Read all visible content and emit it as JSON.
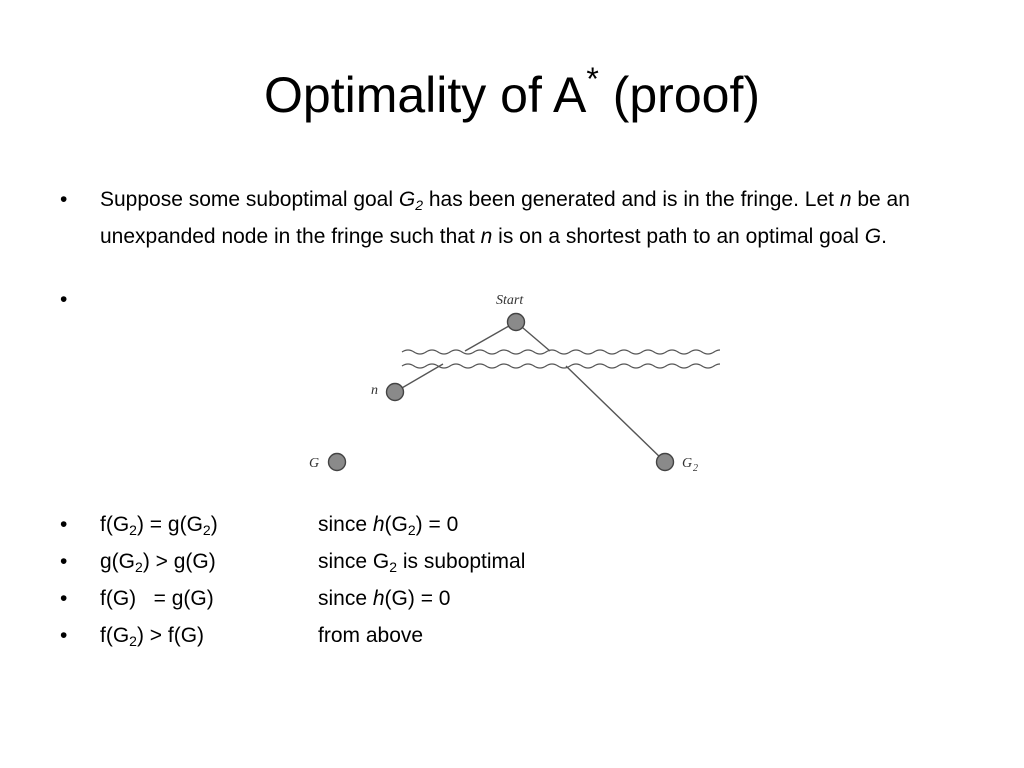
{
  "title": {
    "main": "Optimality of A",
    "sup": "*",
    "rest": "(proof)"
  },
  "bullet_char": "•",
  "intro": {
    "t1": "Suppose some suboptimal goal ",
    "G": "G",
    "sub2": "2",
    "t2": " has been generated and is in the fringe. Let ",
    "n": "n",
    "t3": " be an unexpanded node in the fringe such that ",
    "t4": " is on a shortest path to an optimal goal ",
    "t5": "."
  },
  "diagram": {
    "start_label": "Start",
    "n_label": "n",
    "g_label": "G",
    "g2_label": "G",
    "g2_sub": "2"
  },
  "equations": [
    {
      "lhs": [
        "f(G",
        "2",
        ")  = g(G",
        "2",
        ")"
      ],
      "rhs": [
        "since ",
        "h",
        "(G",
        "2",
        ") = 0"
      ]
    },
    {
      "lhs": [
        "g(G",
        "2",
        ") > g(G)"
      ],
      "rhs": [
        "since G",
        "2",
        " is suboptimal"
      ]
    },
    {
      "lhs": [
        "f(G)   = g(G)"
      ],
      "rhs": [
        "since ",
        "h",
        "(G) = 0"
      ]
    },
    {
      "lhs": [
        "f(G",
        "2",
        ")  > f(G)"
      ],
      "rhs": [
        "from above"
      ]
    }
  ]
}
